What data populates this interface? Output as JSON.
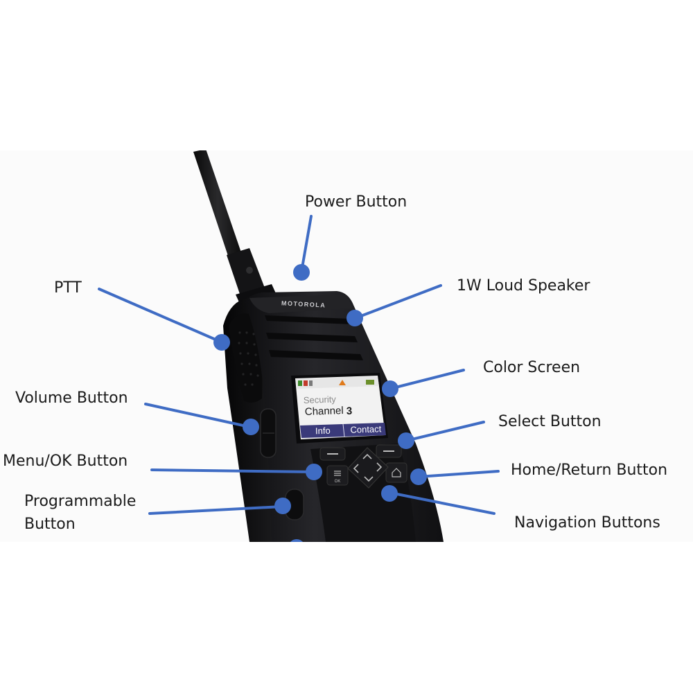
{
  "radio": {
    "brand": "MOTOROLA",
    "screen": {
      "line1": "Security",
      "line2": "Channel",
      "channel_number": "3",
      "softkey_left": "Info",
      "softkey_right": "Contact",
      "status_icons": [
        "signal-icon",
        "muted-speaker-icon",
        "bluetooth-icon",
        "alert-icon",
        "battery-icon"
      ]
    },
    "key_marks": {
      "menu_ok": "OK"
    }
  },
  "callouts": {
    "power_button": "Power Button",
    "ptt": "PTT",
    "loud_speaker": "1W Loud Speaker",
    "color_screen": "Color Screen",
    "volume_button": "Volume Button",
    "select_button": "Select Button",
    "menu_ok_button": "Menu/OK Button",
    "home_return_button": "Home/Return Button",
    "programmable_button": "Programmable Button",
    "navigation_buttons": "Navigation Buttons"
  },
  "colors": {
    "callout_blue": "#3f6cc4",
    "radio_body": "#1c1c1e",
    "screen_bg": "#f2f2f2",
    "softkey_bar": "#3a3a7a"
  }
}
